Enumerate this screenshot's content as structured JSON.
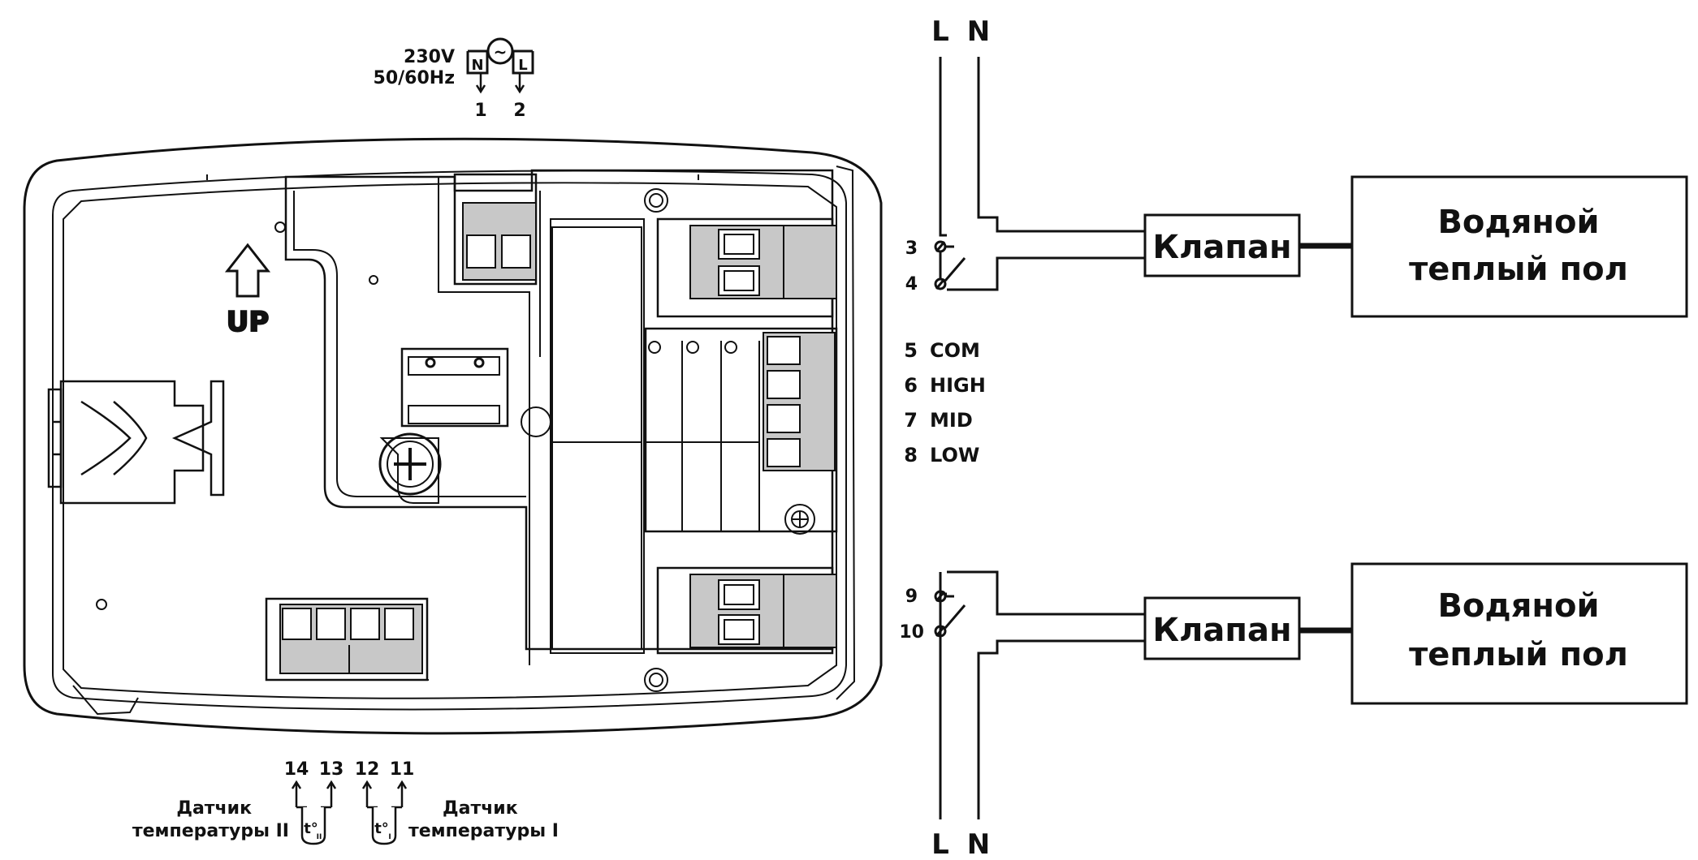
{
  "power": {
    "voltage": "230V",
    "frequency": "50/60Hz",
    "n_mark": "N",
    "l_mark": "L",
    "ac_symbol": "~",
    "terminal_1": "1",
    "terminal_2": "2"
  },
  "device": {
    "up_label": "UP"
  },
  "terminals": {
    "t3": "3",
    "t4": "4",
    "t5": "5",
    "t5_name": "COM",
    "t6": "6",
    "t6_name": "HIGH",
    "t7": "7",
    "t7_name": "MID",
    "t8": "8",
    "t8_name": "LOW",
    "t9": "9",
    "t10": "10",
    "t11": "11",
    "t12": "12",
    "t13": "13",
    "t14": "14"
  },
  "lines": {
    "top_l": "L",
    "top_n": "N",
    "bottom_l": "L",
    "bottom_n": "N"
  },
  "valve_top": {
    "label": "Клапан"
  },
  "valve_bottom": {
    "label": "Клапан"
  },
  "floor_top": {
    "line1": "Водяной",
    "line2": "теплый пол"
  },
  "floor_bottom": {
    "line1": "Водяной",
    "line2": "теплый пол"
  },
  "sensor_2": {
    "line1": "Датчик",
    "line2": "температуры II",
    "symbol": "t°",
    "sub": "II"
  },
  "sensor_1": {
    "line1": "Датчик",
    "line2": "температуры I",
    "symbol": "t°",
    "sub": "I"
  }
}
